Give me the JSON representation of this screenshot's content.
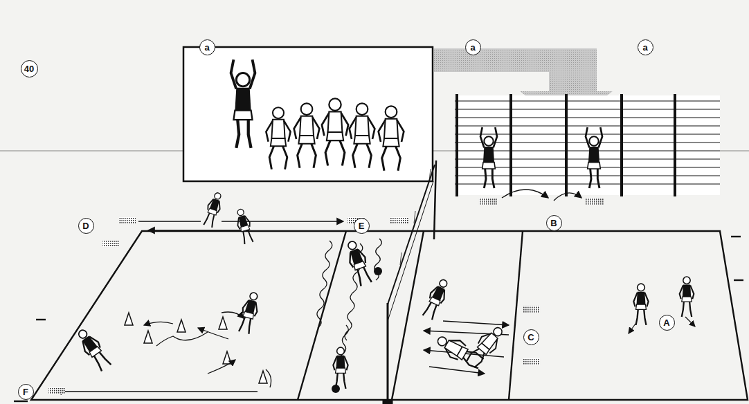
{
  "diagram": {
    "nodes": [
      {
        "text": [
          "a"
        ]
      },
      {
        "text": [
          "a"
        ]
      },
      {
        "text": [
          "a"
        ]
      },
      {
        "text": [
          "40"
        ]
      },
      {
        "text": [
          "D"
        ]
      },
      {
        "text": [
          "B"
        ]
      },
      {
        "text": [
          "E"
        ]
      },
      {
        "text": [
          "C"
        ]
      },
      {
        "text": [
          "A"
        ]
      },
      {
        "text": [
          "F"
        ]
      }
    ]
  }
}
